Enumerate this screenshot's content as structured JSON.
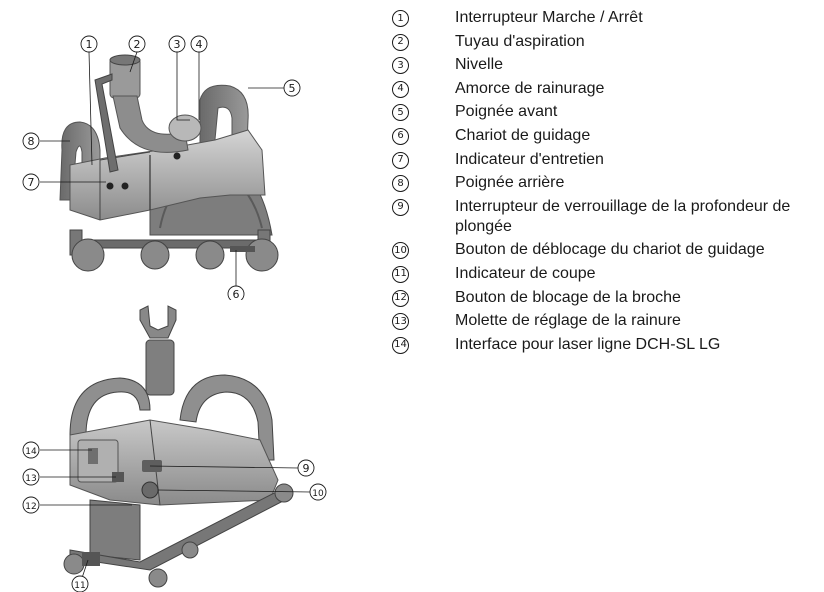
{
  "figure_top": {
    "callouts": [
      "1",
      "2",
      "3",
      "4",
      "5",
      "6",
      "7",
      "8"
    ]
  },
  "figure_bottom": {
    "callouts": [
      "9",
      "10",
      "11",
      "12",
      "13",
      "14"
    ]
  },
  "legend": {
    "items": [
      {
        "num": "1",
        "label": "Interrupteur Marche / Arrêt"
      },
      {
        "num": "2",
        "label": "Tuyau d'aspiration"
      },
      {
        "num": "3",
        "label": "Nivelle"
      },
      {
        "num": "4",
        "label": "Amorce de rainurage"
      },
      {
        "num": "5",
        "label": "Poignée avant"
      },
      {
        "num": "6",
        "label": "Chariot de guidage"
      },
      {
        "num": "7",
        "label": "Indicateur d'entretien"
      },
      {
        "num": "8",
        "label": "Poignée arrière"
      },
      {
        "num": "9",
        "label": "Interrupteur de verrouillage de la profondeur de plongée"
      },
      {
        "num": "10",
        "label": "Bouton de déblocage du chariot de guidage"
      },
      {
        "num": "11",
        "label": "Indicateur de coupe"
      },
      {
        "num": "12",
        "label": "Bouton de blocage de la broche"
      },
      {
        "num": "13",
        "label": "Molette de réglage de la rainure"
      },
      {
        "num": "14",
        "label": "Interface pour laser ligne DCH-SL LG"
      }
    ]
  }
}
